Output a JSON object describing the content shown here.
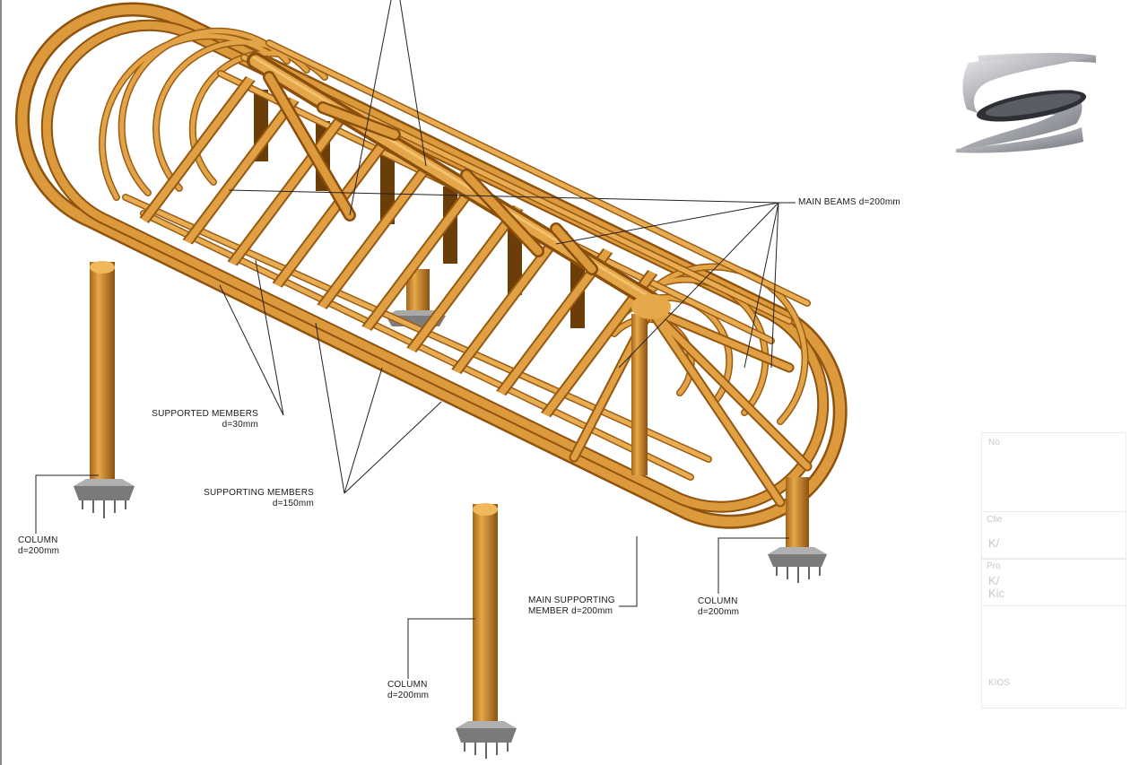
{
  "labels": {
    "main_beams": "MAIN BEAMS d=200mm",
    "supported_members": {
      "line1": "SUPPORTED MEMBERS",
      "line2": "d=30mm"
    },
    "supporting_members": {
      "line1": "SUPPORTING MEMBERS",
      "line2": "d=150mm"
    },
    "column_left": {
      "line1": "COLUMN",
      "line2": "d=200mm"
    },
    "column_bottom": {
      "line1": "COLUMN",
      "line2": "d=200mm"
    },
    "column_right": {
      "line1": "COLUMN",
      "line2": "d=200mm"
    },
    "main_supporting_member": {
      "line1": "MAIN SUPPORTING",
      "line2": "MEMBER d=200mm"
    }
  },
  "title_block_fragments": [
    "No",
    "Clie",
    "K/",
    "Pro",
    "K/",
    "Kic",
    "KIOS"
  ],
  "colors": {
    "wood": "#d08a2c",
    "wood_dark": "#9a5c14",
    "wood_light": "#f0b85a",
    "steel": "#8d8d8d",
    "leader": "#222222"
  },
  "icons": [
    "logo-s-icon"
  ]
}
